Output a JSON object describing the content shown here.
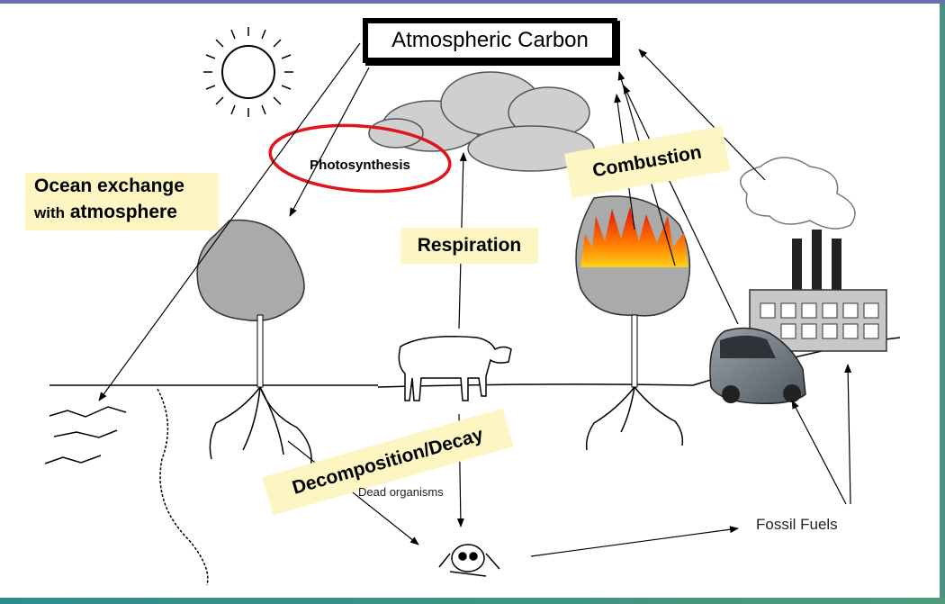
{
  "diagram": {
    "title": "Atmospheric Carbon",
    "labels": {
      "photosynthesis": "Photosynthesis",
      "ocean_line1": "Ocean exchange",
      "ocean_with": "with",
      "ocean_rest": "atmosphere",
      "respiration": "Respiration",
      "combustion": "Combustion",
      "decomposition": "Decomposition/Decay",
      "dead_organisms": "Dead organisms",
      "fossil_fuels": "Fossil Fuels"
    },
    "colors": {
      "label_background": "#fdf6c3",
      "highlight_circle": "#e0141b",
      "top_bar": "#6b6fae",
      "bottom_bar": "#2f8b8e"
    },
    "icons": [
      "sun-icon",
      "cloud-icon",
      "tree-icon",
      "burning-tree-icon",
      "cow-icon",
      "car-icon",
      "factory-icon",
      "skull-icon",
      "ocean-waves-icon"
    ]
  }
}
